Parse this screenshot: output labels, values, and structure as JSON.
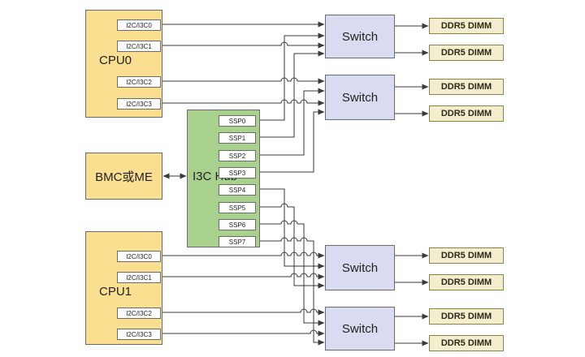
{
  "diagram": {
    "cpu0": {
      "label": "CPU0",
      "ports": [
        "I2C/I3C0",
        "I2C/I3C1",
        "I2C/I3C2",
        "I2C/I3C3"
      ]
    },
    "cpu1": {
      "label": "CPU1",
      "ports": [
        "I2C/I3C0",
        "I2C/I3C1",
        "I2C/I3C2",
        "I2C/I3C3"
      ]
    },
    "bmc": {
      "label": "BMC或ME"
    },
    "hub": {
      "label": "I3C Hub",
      "ports": [
        "SSP0",
        "SSP1",
        "SSP2",
        "SSP3",
        "SSP4",
        "SSP5",
        "SSP6",
        "SSP7"
      ]
    },
    "switch_label": "Switch",
    "dimm_label": "DDR5 DIMM",
    "colors": {
      "cpu_fill": "#fbdf90",
      "hub_fill": "#a9d18e",
      "switch_fill": "#d9dcf0",
      "dimm_fill": "#f3eecd",
      "dimm_border": "#8a8348",
      "box_border": "#6b6b6b",
      "wire": "#3a3a3a"
    },
    "connections": [
      {
        "from": "CPU0 I2C/I3C0",
        "to": "Switch 1"
      },
      {
        "from": "CPU0 I2C/I3C1",
        "to": "Switch 1"
      },
      {
        "from": "CPU0 I2C/I3C2",
        "to": "Switch 2"
      },
      {
        "from": "CPU0 I2C/I3C3",
        "to": "Switch 2"
      },
      {
        "from": "I3C Hub SSP0",
        "to": "Switch 1"
      },
      {
        "from": "I3C Hub SSP1",
        "to": "Switch 1"
      },
      {
        "from": "I3C Hub SSP2",
        "to": "Switch 2"
      },
      {
        "from": "I3C Hub SSP3",
        "to": "Switch 2"
      },
      {
        "from": "I3C Hub SSP4",
        "to": "Switch 3"
      },
      {
        "from": "I3C Hub SSP5",
        "to": "Switch 3"
      },
      {
        "from": "I3C Hub SSP6",
        "to": "Switch 4"
      },
      {
        "from": "I3C Hub SSP7",
        "to": "Switch 4"
      },
      {
        "from": "CPU1 I2C/I3C0",
        "to": "Switch 3"
      },
      {
        "from": "CPU1 I2C/I3C1",
        "to": "Switch 3"
      },
      {
        "from": "CPU1 I2C/I3C2",
        "to": "Switch 4"
      },
      {
        "from": "CPU1 I2C/I3C3",
        "to": "Switch 4"
      },
      {
        "from": "BMC或ME",
        "to": "I3C Hub",
        "bidirectional": true
      },
      {
        "from": "Switch 1",
        "to": "DDR5 DIMM"
      },
      {
        "from": "Switch 1",
        "to": "DDR5 DIMM"
      },
      {
        "from": "Switch 2",
        "to": "DDR5 DIMM"
      },
      {
        "from": "Switch 2",
        "to": "DDR5 DIMM"
      },
      {
        "from": "Switch 3",
        "to": "DDR5 DIMM"
      },
      {
        "from": "Switch 3",
        "to": "DDR5 DIMM"
      },
      {
        "from": "Switch 4",
        "to": "DDR5 DIMM"
      },
      {
        "from": "Switch 4",
        "to": "DDR5 DIMM"
      }
    ]
  }
}
